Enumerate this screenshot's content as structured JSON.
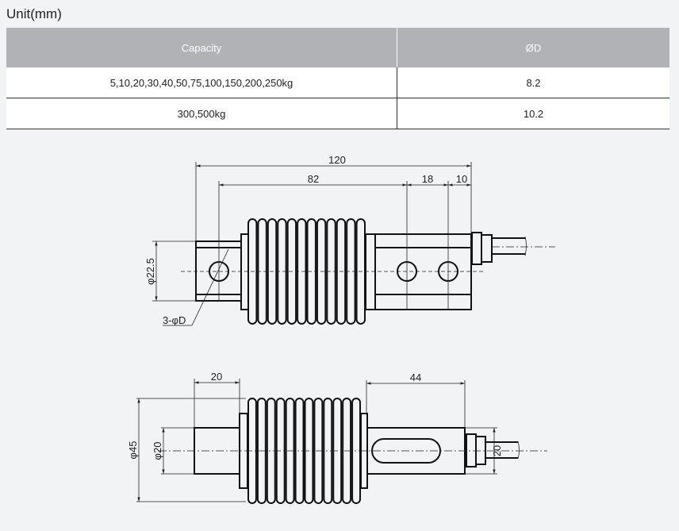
{
  "unit_label": "Unit(mm)",
  "table": {
    "headers": [
      "Capacity",
      "ØD"
    ],
    "rows": [
      [
        "5,10,20,30,40,50,75,100,150,200,250kg",
        "8.2"
      ],
      [
        "300,500kg",
        "10.2"
      ]
    ]
  },
  "drawing": {
    "top_view": {
      "dim_total": "120",
      "dim_holes": "82",
      "dim_18": "18",
      "dim_10": "10",
      "dim_height": "φ22.5",
      "hole_note": "3-φD"
    },
    "side_view": {
      "dim_20": "20",
      "dim_44": "44",
      "dim_dia45": "φ45",
      "dim_dia20": "φ20",
      "dim_cable": "20"
    }
  }
}
